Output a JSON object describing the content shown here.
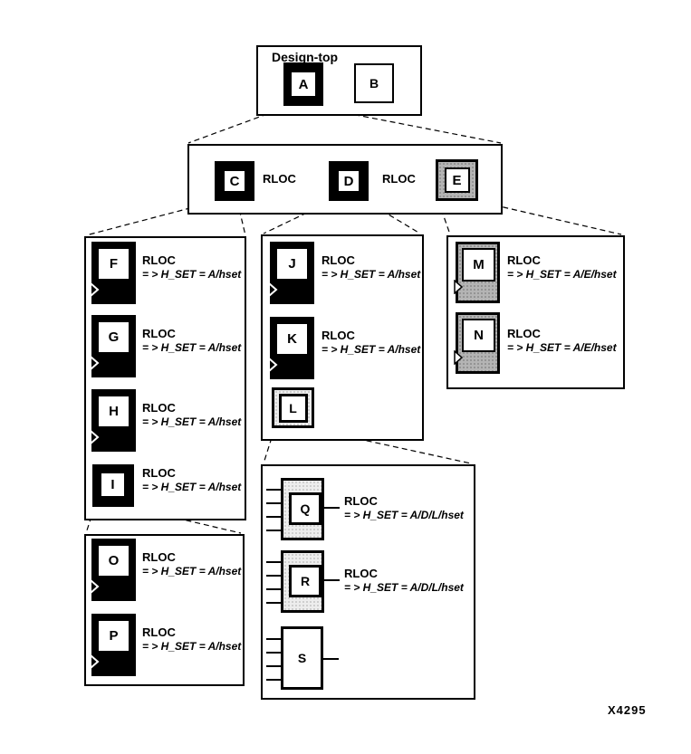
{
  "figure": {
    "number": "X4295"
  },
  "colors": {
    "set_black": "#000000",
    "set_mid_gray": "#b4b4b4",
    "set_light_gray": "#ededed",
    "white": "#ffffff"
  },
  "design_top": {
    "title": "Design-top",
    "a_label": "A",
    "b_label": "B"
  },
  "level2": {
    "c_label": "C",
    "c_rloc": "RLOC",
    "d_label": "D",
    "d_rloc": "RLOC",
    "e_label": "E"
  },
  "c_children": {
    "f": {
      "label": "F",
      "rloc": "RLOC",
      "hset": "= > H_SET = A/hset"
    },
    "g": {
      "label": "G",
      "rloc": "RLOC",
      "hset": "= > H_SET = A/hset"
    },
    "h": {
      "label": "H",
      "rloc": "RLOC",
      "hset": "= > H_SET = A/hset"
    },
    "i": {
      "label": "I",
      "rloc": "RLOC",
      "hset": "= > H_SET = A/hset"
    }
  },
  "d_children": {
    "j": {
      "label": "J",
      "rloc": "RLOC",
      "hset": "= > H_SET = A/hset"
    },
    "k": {
      "label": "K",
      "rloc": "RLOC",
      "hset": "= > H_SET = A/hset"
    },
    "l": {
      "label": "L"
    }
  },
  "e_children": {
    "m": {
      "label": "M",
      "rloc": "RLOC",
      "hset": "= > H_SET = A/E/hset"
    },
    "n": {
      "label": "N",
      "rloc": "RLOC",
      "hset": "= > H_SET = A/E/hset"
    }
  },
  "i_children": {
    "o": {
      "label": "O",
      "rloc": "RLOC",
      "hset": "= > H_SET = A/hset"
    },
    "p": {
      "label": "P",
      "rloc": "RLOC",
      "hset": "= > H_SET = A/hset"
    }
  },
  "l_children": {
    "q": {
      "label": "Q",
      "rloc": "RLOC",
      "hset": "= > H_SET = A/D/L/hset"
    },
    "r": {
      "label": "R",
      "rloc": "RLOC",
      "hset": "= > H_SET = A/D/L/hset"
    },
    "s": {
      "label": "S"
    }
  }
}
